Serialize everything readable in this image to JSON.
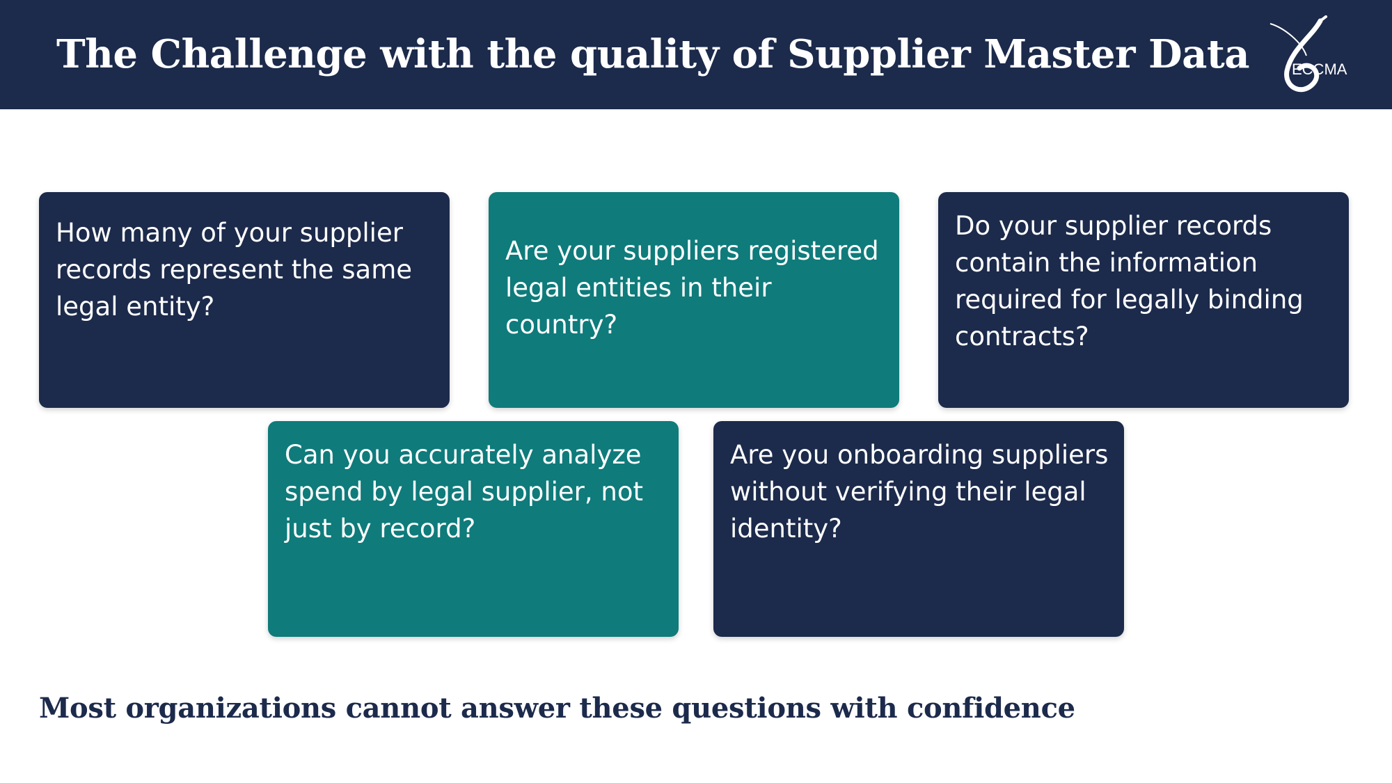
{
  "header": {
    "title": "The Challenge with the quality of Supplier Master Data",
    "logo_text": "ECCMA"
  },
  "cards": [
    {
      "text": "How many of your supplier records represent the same legal entity?",
      "color": "navy"
    },
    {
      "text": "Are your suppliers registered legal entities in their country?",
      "color": "teal"
    },
    {
      "text": "Do your supplier records contain the information required for legally binding contracts?",
      "color": "navy"
    },
    {
      "text": "Can you accurately analyze spend by legal supplier, not just by record?",
      "color": "teal"
    },
    {
      "text": "Are you onboarding suppliers without verifying their legal identity?",
      "color": "navy"
    }
  ],
  "footer": {
    "text": "Most organizations cannot answer these questions with confidence"
  },
  "colors": {
    "navy": "#1c2a4b",
    "teal": "#0f7b7b",
    "background": "#ffffff"
  }
}
